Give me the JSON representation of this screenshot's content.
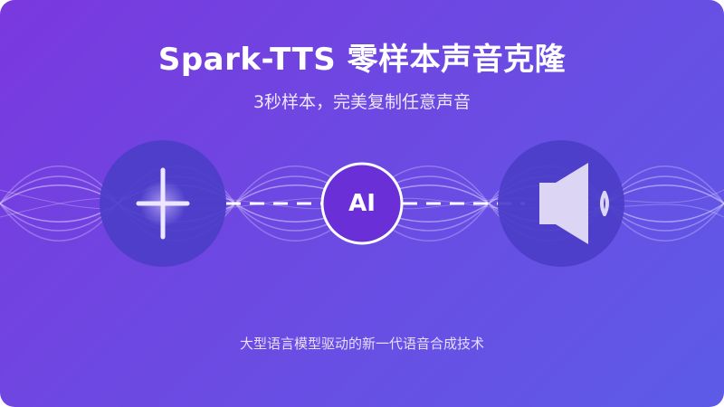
{
  "banner": {
    "title": "Spark-TTS 零样本声音克隆",
    "subtitle": "3秒样本，完美复制任意声音",
    "tagline": "大型语言模型驱动的新一代语音合成技术"
  },
  "center_badge": {
    "label": "AI"
  },
  "icons": {
    "left": "plus-icon",
    "right": "speaker-icon"
  },
  "colors": {
    "gradient_start": "#7a38de",
    "gradient_end": "#5d5be8",
    "circle_fill": "#4b3ec8",
    "ai_fill": "#6a2fd6",
    "text": "#ffffff"
  }
}
